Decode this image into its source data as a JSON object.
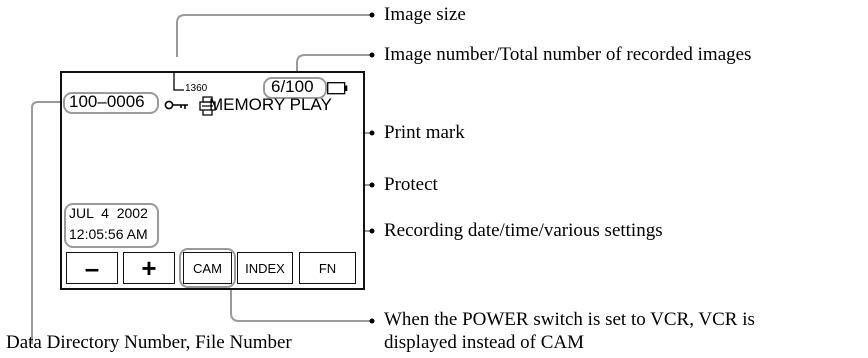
{
  "screen": {
    "image_size": "1360",
    "image_number": "6/100",
    "file_number": "100–0006",
    "mode": "MEMORY PLAY",
    "date": "JUL  4  2002",
    "time": "12:05:56 AM",
    "buttons": [
      "–",
      "+",
      "CAM",
      "INDEX",
      "FN"
    ]
  },
  "labels": {
    "image_size": "Image size",
    "image_number": "Image number/Total number of recorded images",
    "print_mark": "Print mark",
    "protect": "Protect",
    "recording": "Recording date/time/various settings",
    "power_line1": "When the POWER switch is set to VCR, VCR is",
    "power_line2": "displayed instead of CAM",
    "data_directory": "Data Directory Number, File Number"
  },
  "icons": [
    "image-size-bracket-icon",
    "battery-icon",
    "key-icon",
    "print-icon"
  ],
  "colors": {
    "leader_line": "#9a9a9a",
    "frame": "#111111"
  }
}
